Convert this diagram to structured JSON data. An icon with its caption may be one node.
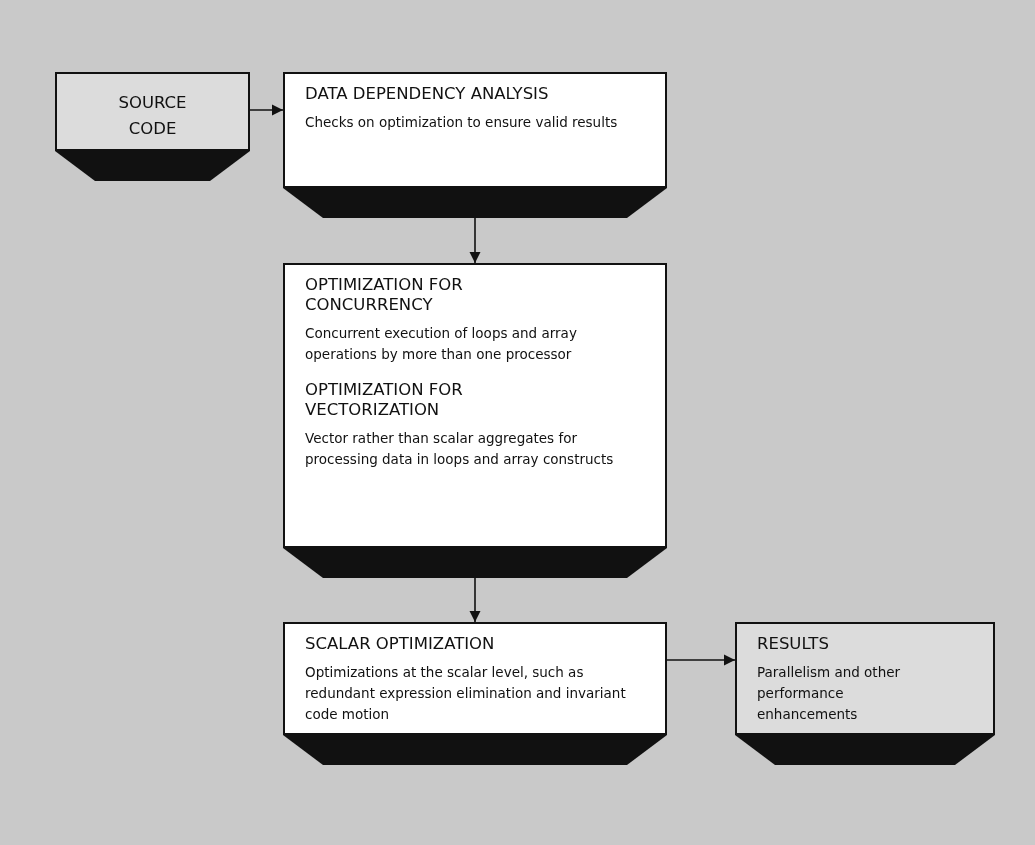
{
  "diagram": {
    "nodes": [
      {
        "text": [
          "SOURCE CODE"
        ]
      },
      {
        "text": [
          "DATA DEPENDENCY ANALYSIS",
          "Checks on optimization to ensure valid results"
        ]
      },
      {
        "text": [
          "OPTIMIZATION FOR CONCURRENCY",
          "Concurrent execution of loops and array operations by more than one processor",
          "OPTIMIZATION FOR VECTORIZATION",
          "Vector rather than scalar aggregates for processing data in loops and array constructs"
        ]
      },
      {
        "text": [
          "SCALAR OPTIMIZATION",
          "Optimizations at the scalar level, such as redundant expression elimination and invariant code motion"
        ]
      },
      {
        "text": [
          "RESULTS",
          "Parallelism and other performance enhancements"
        ]
      }
    ],
    "edges": [
      {
        "from": 0,
        "to": 1,
        "arrow": "to"
      },
      {
        "from": 1,
        "to": 2,
        "arrow": "to"
      },
      {
        "from": 2,
        "to": 3,
        "arrow": "to"
      },
      {
        "from": 3,
        "to": 4,
        "arrow": "to"
      }
    ]
  }
}
